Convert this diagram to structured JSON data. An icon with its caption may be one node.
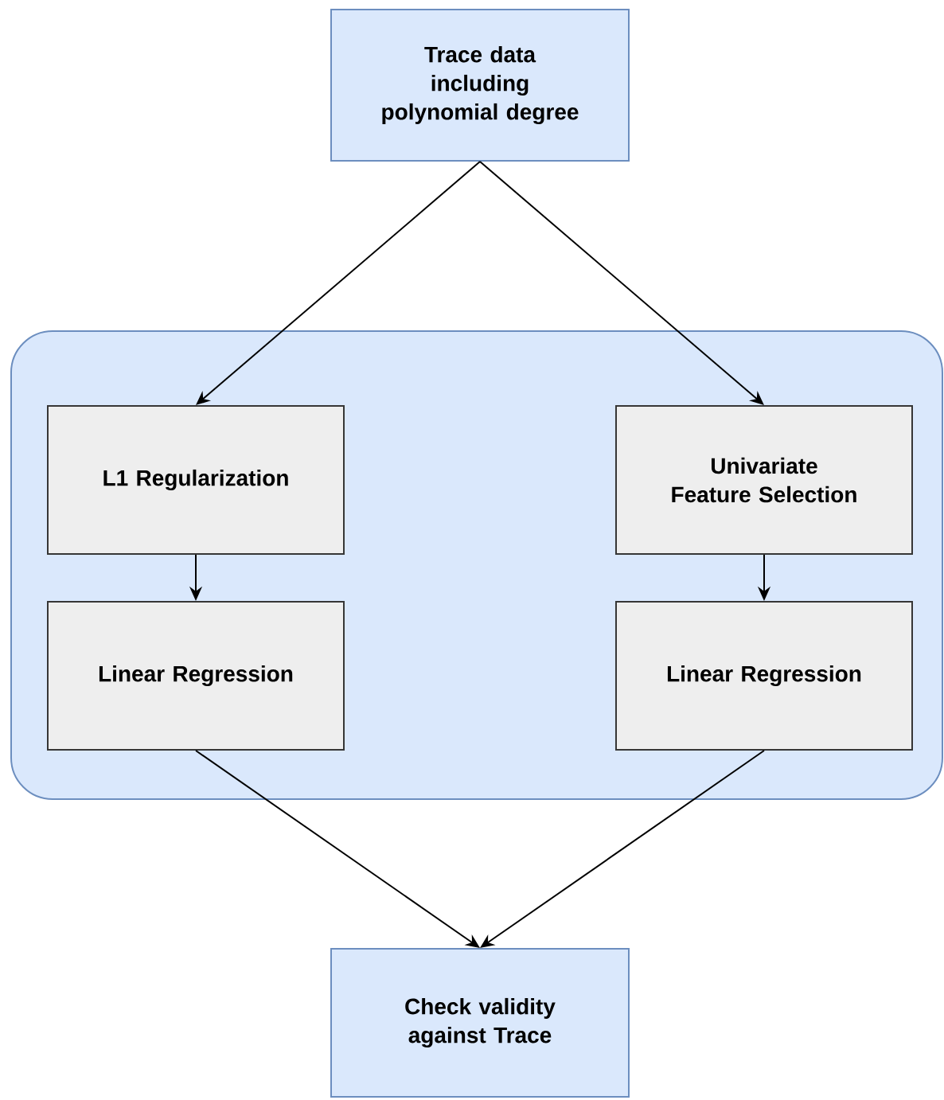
{
  "diagram": {
    "nodes": [
      {
        "text": [
          "Trace data including polynomial degree"
        ]
      },
      {
        "text": [],
        "shape": "box"
      },
      {
        "text": [
          "L1 Regularization"
        ],
        "in": 1
      },
      {
        "text": [
          "Univariate Feature Selection"
        ],
        "in": 1
      },
      {
        "text": [
          "Linear Regression"
        ],
        "in": 1
      },
      {
        "text": [
          "Linear Regression"
        ],
        "in": 1
      },
      {
        "text": [
          "Check validity against Trace"
        ]
      }
    ],
    "edges": [
      {
        "from": 0,
        "to": 2,
        "arrow": "to"
      },
      {
        "from": 0,
        "to": 3,
        "arrow": "to"
      },
      {
        "from": 2,
        "to": 4,
        "arrow": "to"
      },
      {
        "from": 3,
        "to": 5,
        "arrow": "to"
      },
      {
        "from": 4,
        "to": 6,
        "arrow": "to"
      },
      {
        "from": 5,
        "to": 6,
        "arrow": "to"
      }
    ]
  }
}
